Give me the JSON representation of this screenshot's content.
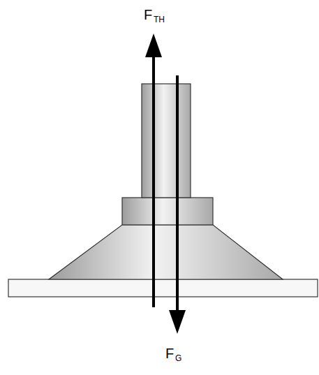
{
  "diagram": {
    "labels": [
      "F",
      "TH",
      "F",
      "G"
    ]
  }
}
